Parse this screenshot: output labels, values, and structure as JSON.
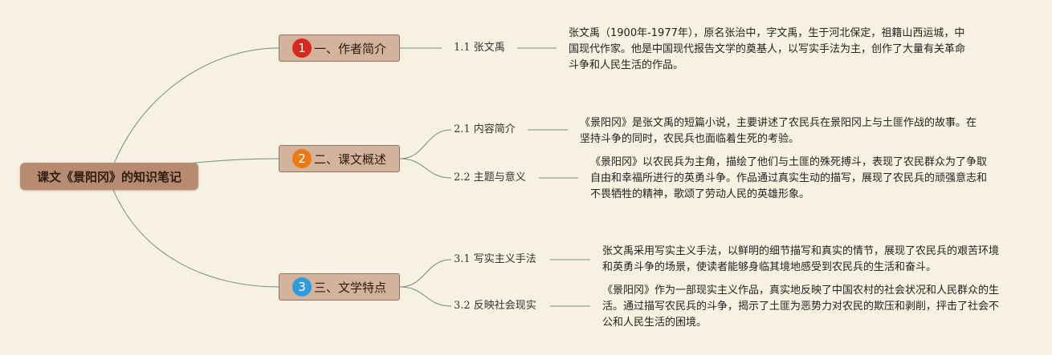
{
  "root": {
    "title": "课文《景阳冈》的知识笔记"
  },
  "colors": {
    "badge_1": "#d6281c",
    "badge_2": "#ea7a16",
    "badge_3": "#2f9bdc",
    "line": "#6b8f7e",
    "root_bg": "#b88b71",
    "branch_bg": "#d4b39c"
  },
  "branches": [
    {
      "num": "1",
      "title": "一、作者简介",
      "children": [
        {
          "label": "1.1 张文禹",
          "desc": "张文禹（1900年-1977年），原名张治中，字文禹，生于河北保定，祖籍山西运城，中国现代作家。他是中国现代报告文学的奠基人，以写实手法为主，创作了大量有关革命斗争和人民生活的作品。"
        }
      ]
    },
    {
      "num": "2",
      "title": "二、课文概述",
      "children": [
        {
          "label": "2.1 内容简介",
          "desc": "《景阳冈》是张文禹的短篇小说，主要讲述了农民兵在景阳冈上与土匪作战的故事。在坚持斗争的同时，农民兵也面临着生死的考验。"
        },
        {
          "label": "2.2 主题与意义",
          "desc": "《景阳冈》以农民兵为主角，描绘了他们与土匪的殊死搏斗，表现了农民群众为了争取自由和幸福所进行的英勇斗争。作品通过真实生动的描写，展现了农民兵的顽强意志和不畏牺牲的精神，歌颂了劳动人民的英雄形象。"
        }
      ]
    },
    {
      "num": "3",
      "title": "三、文学特点",
      "children": [
        {
          "label": "3.1 写实主义手法",
          "desc": "张文禹采用写实主义手法，以鲜明的细节描写和真实的情节，展现了农民兵的艰苦环境和英勇斗争的场景，使读者能够身临其境地感受到农民兵的生活和奋斗。"
        },
        {
          "label": "3.2 反映社会现实",
          "desc": "《景阳冈》作为一部现实主义作品，真实地反映了中国农村的社会状况和人民群众的生活。通过描写农民兵的斗争，揭示了土匪为恶势力对农民的欺压和剥削，抨击了社会不公和人民生活的困境。"
        }
      ]
    }
  ]
}
